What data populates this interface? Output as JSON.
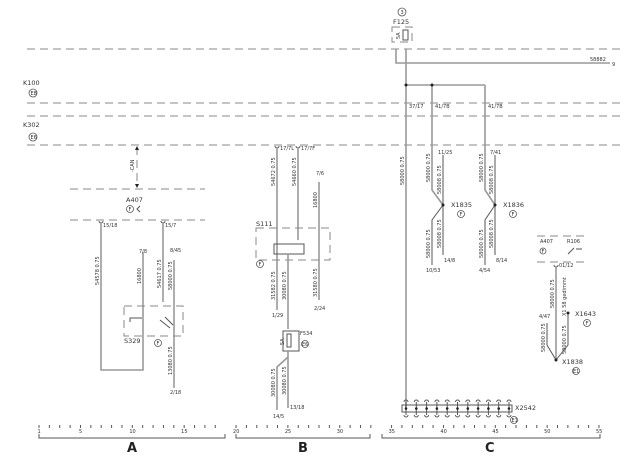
{
  "bus_labels": {
    "k100": "K100",
    "k100_loc": "E8",
    "k302": "K302",
    "k302_loc": "E6"
  },
  "section_a": {
    "can_label": "-CAN",
    "a407": "A407",
    "a407_loc": "F",
    "pins": [
      "15/18",
      "15/7"
    ],
    "wires": [
      "54578 0.75",
      "16800",
      "54617 0.75",
      "58000 0.75",
      "13080 0.75"
    ],
    "refs": [
      "7/8",
      "8/45",
      "2/18"
    ],
    "s329": "S329",
    "s329_loc": "F"
  },
  "section_b": {
    "pins": [
      "17/7L",
      "17/7F"
    ],
    "wires": [
      "54672 0.75",
      "54660 0.75",
      "16800",
      "31582 0.75",
      "30080 0.75",
      "31580 0.75",
      "30080 0.75",
      "30080 0.75"
    ],
    "refs": [
      "7/6",
      "1/29",
      "2/24",
      "13/18",
      "14/5"
    ],
    "s111": "S111",
    "s111_loc": "F",
    "f534": "F534",
    "f534_rating": "5A",
    "f534_loc": "E6"
  },
  "section_c": {
    "f125": "F125",
    "f125_loc": "3",
    "f125_rating": "5A",
    "out_wire": "58882",
    "out_ref": "9",
    "pins": [
      "37/17",
      "41/7B",
      "41/7B",
      "01/12"
    ],
    "wires": [
      "58000 0.75",
      "58000 0.75",
      "58008 0.75",
      "58000 0.75",
      "58008 0.75",
      "58000 0.75",
      "58008 0.75",
      "58000 0.75",
      "58008 0.75",
      "58000 0.75",
      "58000 0.75",
      "58000 0.75"
    ],
    "refs": [
      "11/25",
      "14/8",
      "10/53",
      "7/41",
      "8/14",
      "4/54",
      "4/47"
    ],
    "x1835": "X1835",
    "x1835_loc": "F",
    "x1836": "X1836",
    "x1836_loc": "F",
    "a407": "A407",
    "a407_loc": "F",
    "r106": "R106",
    "x1643": "X1643",
    "x1643_loc": "F",
    "x1643_note": "X1 58 gedimmt",
    "x1838": "X1838",
    "x1838_loc": "E1",
    "x2542": "X2542",
    "x2542_loc": "E1"
  },
  "ruler": {
    "ticks": [
      "1",
      "5",
      "10",
      "15",
      "20",
      "25",
      "30",
      "35",
      "40",
      "45",
      "50",
      "55"
    ],
    "sections": [
      "A",
      "B",
      "C"
    ]
  }
}
